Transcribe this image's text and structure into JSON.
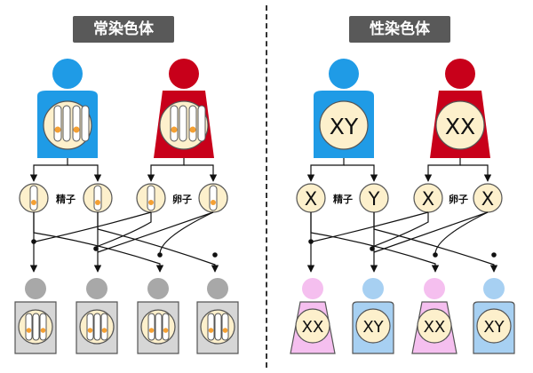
{
  "left_panel": {
    "title": "常染色体",
    "sperm_label": "精子",
    "egg_label": "卵子",
    "colors": {
      "father": "#1f9be6",
      "mother": "#c8001a",
      "child": "#a8a8a8",
      "child_body": "#d6d6d6",
      "nucleus": "#fdf0cc",
      "dot": "#f4a033"
    }
  },
  "right_panel": {
    "title": "性染色体",
    "father_chromosomes": "XY",
    "mother_chromosomes": "XX",
    "sperm": [
      "X",
      "Y"
    ],
    "eggs": [
      "X",
      "X"
    ],
    "sperm_label": "精子",
    "egg_label": "卵子",
    "children": [
      "XX",
      "XY",
      "XX",
      "XY"
    ],
    "colors": {
      "father": "#1f9be6",
      "mother": "#c8001a",
      "female_child": "#f5bfef",
      "male_child": "#a7d0f2",
      "nucleus": "#fdf0cc"
    }
  }
}
